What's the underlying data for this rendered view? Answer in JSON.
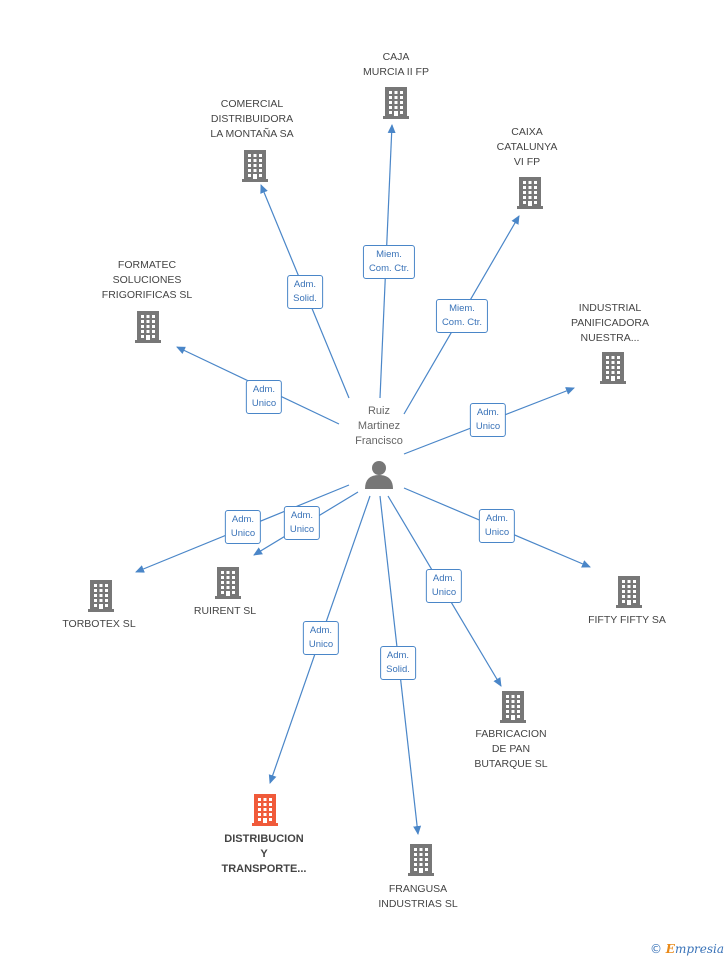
{
  "center": {
    "name": "Ruiz\nMartinez\nFrancisco",
    "icon": "person-icon"
  },
  "colors": {
    "edge": "#4a86c8",
    "building": "#777777",
    "highlight": "#f05a3a",
    "person": "#777777"
  },
  "nodes": [
    {
      "id": "caja-murcia",
      "label": "CAJA\nMURCIA II FP",
      "role": "Miem.\nCom. Ctr.",
      "highlight": false
    },
    {
      "id": "comercial-distribuidora",
      "label": "COMERCIAL\nDISTRIBUIDORA\nLA MONTAÑA SA",
      "role": "Adm.\nSolid.",
      "highlight": false
    },
    {
      "id": "caixa-catalunya",
      "label": "CAIXA\nCATALUNYA\nVI FP",
      "role": "Miem.\nCom. Ctr.",
      "highlight": false
    },
    {
      "id": "formatec",
      "label": "FORMATEC\nSOLUCIONES\nFRIGORIFICAS SL",
      "role": "Adm.\nUnico",
      "highlight": false
    },
    {
      "id": "industrial-panificadora",
      "label": "INDUSTRIAL\nPANIFICADORA\nNUESTRA...",
      "role": "Adm.\nUnico",
      "highlight": false
    },
    {
      "id": "torbotex",
      "label": "TORBOTEX SL",
      "role": "Adm.\nUnico",
      "highlight": false
    },
    {
      "id": "ruirent",
      "label": "RUIRENT  SL",
      "role": "Adm.\nUnico",
      "highlight": false
    },
    {
      "id": "fifty-fifty",
      "label": "FIFTY FIFTY SA",
      "role": "Adm.\nUnico",
      "highlight": false
    },
    {
      "id": "fabricacion-pan",
      "label": "FABRICACION\nDE PAN\nBUTARQUE  SL",
      "role": "Adm.\nUnico",
      "highlight": false
    },
    {
      "id": "distribucion-transporte",
      "label": "DISTRIBUCION\nY\nTRANSPORTE...",
      "role": "Adm.\nUnico",
      "highlight": true
    },
    {
      "id": "frangusa",
      "label": "FRANGUSA\nINDUSTRIAS SL",
      "role": "Adm.\nSolid.",
      "highlight": false
    }
  ],
  "footer": {
    "copyright": "©",
    "brand_initial": "E",
    "brand_rest": "mpresia"
  }
}
